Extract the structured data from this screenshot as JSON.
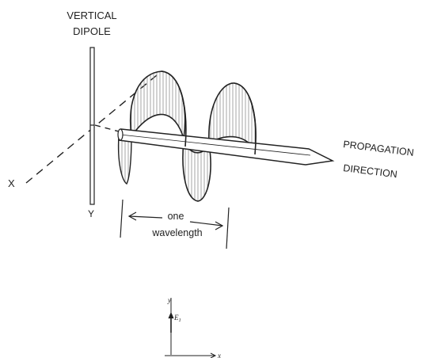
{
  "figure": {
    "dipole_label_line1": "VERTICAL",
    "dipole_label_line2": "DIPOLE",
    "x_label": "X",
    "y_label": "Y",
    "propagation_label_line1": "PROPAGATION",
    "propagation_label_line2": "DIRECTION",
    "wavelength_label_line1": "one",
    "wavelength_label_line2": "wavelength"
  },
  "inset": {
    "y_axis_label": "y",
    "field_label": "E",
    "field_subscript": "1",
    "x_axis_label": "x"
  },
  "colors": {
    "ink": "#222222",
    "hatch": "#9a9a9a",
    "background": "#ffffff"
  }
}
